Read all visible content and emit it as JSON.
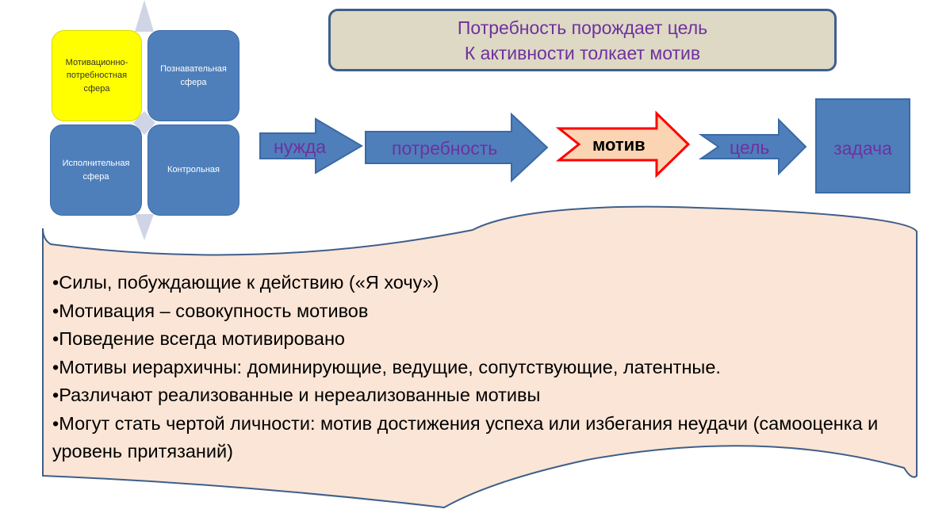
{
  "spheres": {
    "top_left": "Мотивационно-потребностная сфера",
    "top_right": "Познавательная сфера",
    "bottom_left": "Исполнительная сфера",
    "bottom_right": "Контрольная"
  },
  "top_box": {
    "line1": "Потребность порождает цель",
    "line2": "К активности толкает мотив"
  },
  "flow": {
    "need": "нужда",
    "requirement": "потребность",
    "motive": "мотив",
    "goal": "цель",
    "task": "задача"
  },
  "bullets": [
    "•Силы, побуждающие к действию («Я хочу»)",
    "•Мотивация – совокупность мотивов",
    "•Поведение всегда мотивировано",
    "•Мотивы иерархичны: доминирующие, ведущие, сопутствующие, латентные.",
    "•Различают реализованные и нереализованные мотивы",
    "•Могут стать чертой личности: мотив достижения успеха или избегания неудачи (самооценка и уровень притязаний)"
  ],
  "colors": {
    "sphere_blue": "#4e7fbb",
    "sphere_highlight": "#ffff00",
    "text_purple": "#7030a0",
    "motive_fill": "#fbd4b4",
    "motive_border": "#ff0000",
    "scroll_fill": "#fbe5d6",
    "top_box_fill": "#ddd9c4"
  }
}
